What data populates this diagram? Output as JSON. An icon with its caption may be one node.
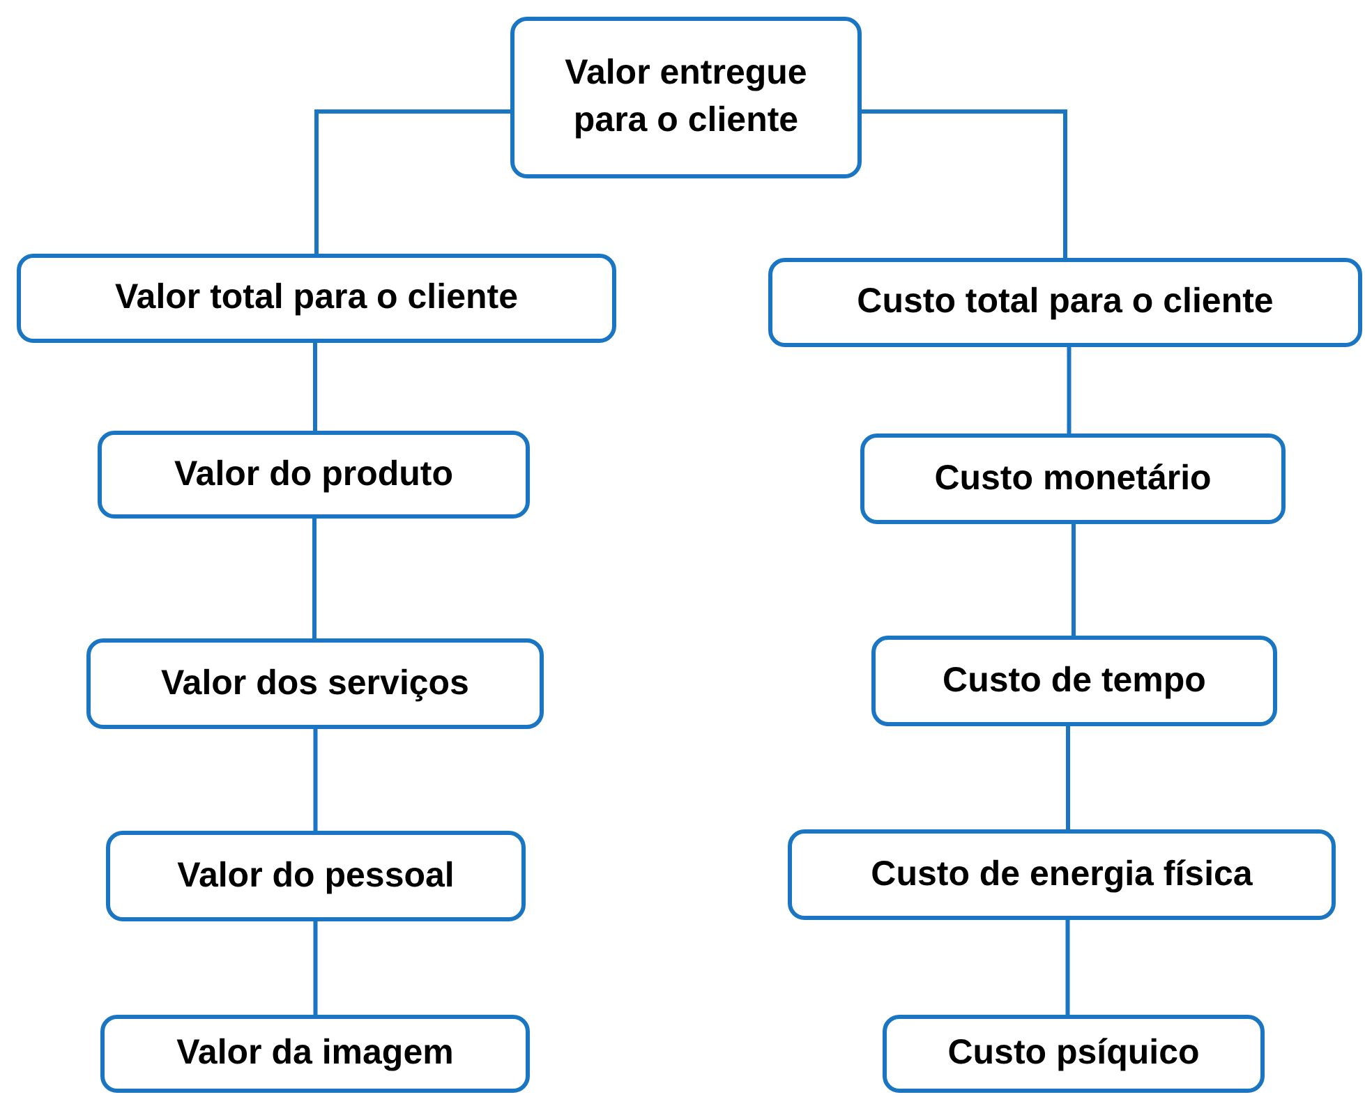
{
  "diagram": {
    "nodes": [
      {
        "text": [
          "Valor entregue para o cliente"
        ]
      },
      {
        "text": [
          "Valor total para o cliente"
        ]
      },
      {
        "text": [
          "Custo total para o cliente"
        ]
      },
      {
        "text": [
          "Valor do produto"
        ]
      },
      {
        "text": [
          "Valor dos serviços"
        ]
      },
      {
        "text": [
          "Valor do pessoal"
        ]
      },
      {
        "text": [
          "Valor da imagem"
        ]
      },
      {
        "text": [
          "Custo monetário"
        ]
      },
      {
        "text": [
          "Custo de tempo"
        ]
      },
      {
        "text": [
          "Custo de energia física"
        ]
      },
      {
        "text": [
          "Custo psíquico"
        ]
      }
    ],
    "edges": [
      {
        "from": 0,
        "to": 1,
        "arrow": "none"
      },
      {
        "from": 0,
        "to": 2,
        "arrow": "none"
      },
      {
        "from": 1,
        "to": 3,
        "arrow": "none"
      },
      {
        "from": 3,
        "to": 4,
        "arrow": "none"
      },
      {
        "from": 4,
        "to": 5,
        "arrow": "none"
      },
      {
        "from": 5,
        "to": 6,
        "arrow": "none"
      },
      {
        "from": 2,
        "to": 7,
        "arrow": "none"
      },
      {
        "from": 7,
        "to": 8,
        "arrow": "none"
      },
      {
        "from": 8,
        "to": 9,
        "arrow": "none"
      },
      {
        "from": 9,
        "to": 10,
        "arrow": "none"
      }
    ]
  }
}
